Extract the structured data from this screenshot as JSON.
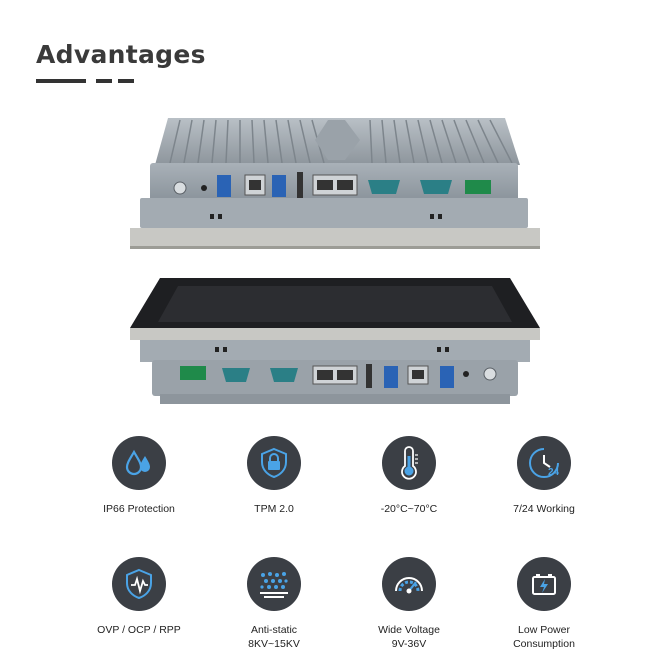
{
  "header": {
    "title": "Advantages"
  },
  "features": [
    {
      "icon": "water-drops-icon",
      "lines": [
        "IP66 Protection"
      ]
    },
    {
      "icon": "lock-shield-icon",
      "lines": [
        "TPM 2.0"
      ]
    },
    {
      "icon": "thermometer-icon",
      "lines": [
        "-20°C~70°C"
      ]
    },
    {
      "icon": "clock-24-icon",
      "lines": [
        "7/24 Working"
      ]
    },
    {
      "icon": "surge-shield-icon",
      "lines": [
        "OVP / OCP / RPP"
      ]
    },
    {
      "icon": "anti-static-icon",
      "lines": [
        "Anti-static",
        "8KV~15KV"
      ]
    },
    {
      "icon": "gauge-icon",
      "lines": [
        "Wide Voltage",
        "9V-36V"
      ]
    },
    {
      "icon": "battery-bolt-icon",
      "lines": [
        "Low Power",
        "Consumption"
      ]
    }
  ],
  "colors": {
    "icon_bg": "#3b3f45",
    "accent": "#4aa3e6",
    "text": "#222222"
  }
}
